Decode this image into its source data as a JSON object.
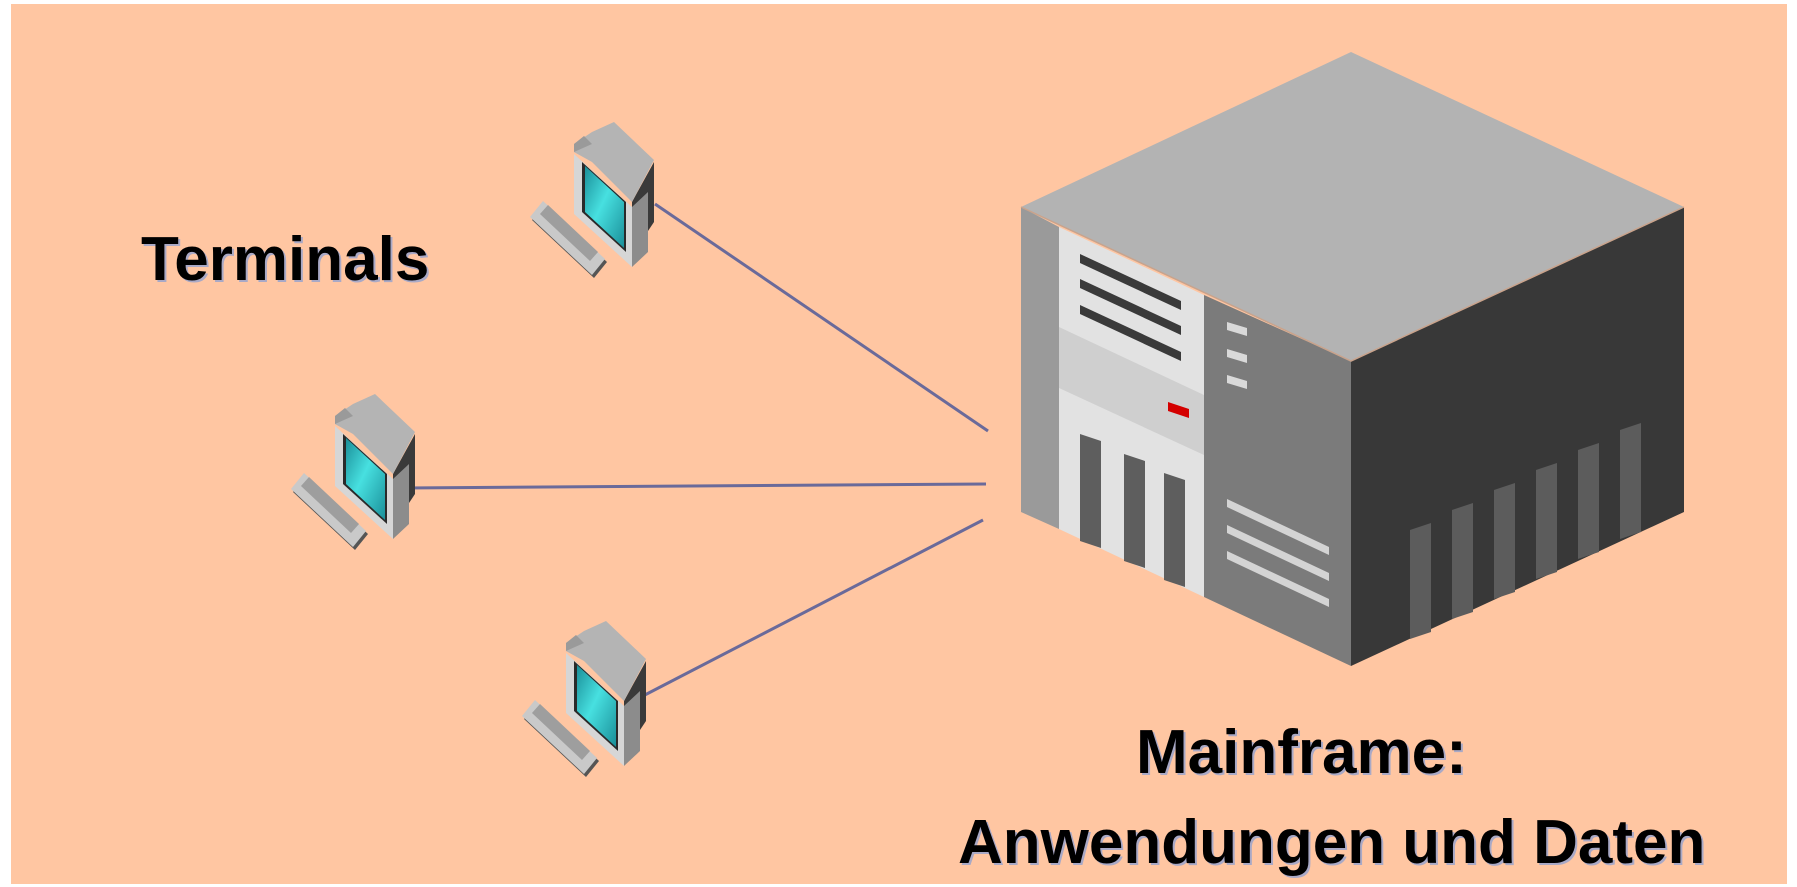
{
  "labels": {
    "terminals": "Terminals",
    "mainframe_title": "Mainframe:",
    "mainframe_subtitle": "Anwendungen und Daten"
  },
  "icons": {
    "terminal": "desktop-terminal-icon",
    "mainframe": "mainframe-server-icon"
  },
  "colors": {
    "background": "#ffc6a2",
    "connector": "#6a6a9a",
    "screen": "#2fc2c8",
    "server_top": "#b3b3b3",
    "server_front": "#7b7b7b",
    "server_side": "#383838",
    "indicator": "#d40000"
  }
}
